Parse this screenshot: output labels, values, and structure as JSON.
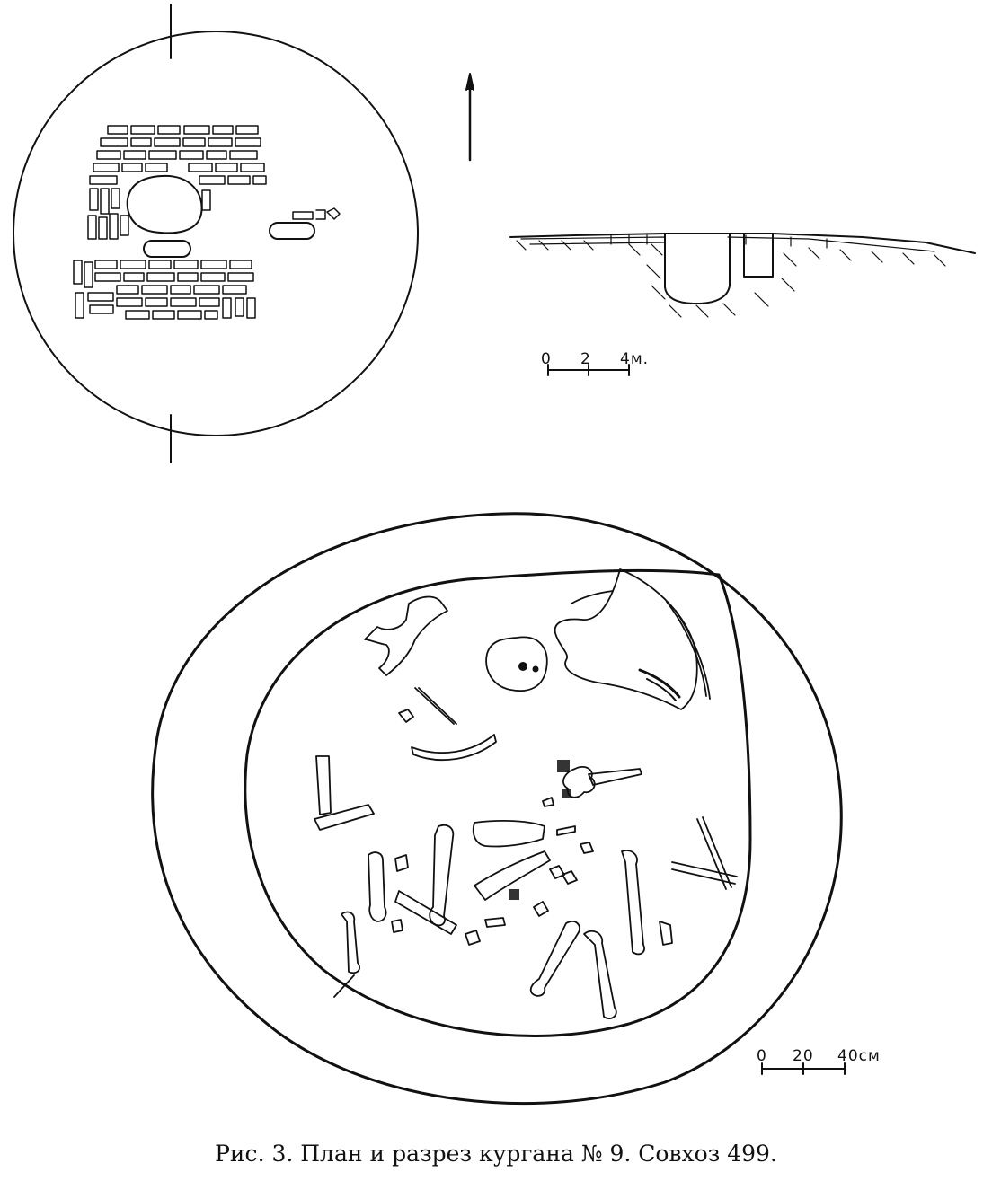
{
  "figure": {
    "caption": "Рис. 3. План и разрез кургана № 9. Совхоз 499.",
    "section_scale": {
      "ticks": [
        "0",
        "2",
        "4м."
      ]
    },
    "burial_scale": {
      "ticks": [
        "0",
        "20",
        "40см"
      ]
    },
    "colors": {
      "ink": "#111111",
      "paper": "#ffffff"
    }
  }
}
